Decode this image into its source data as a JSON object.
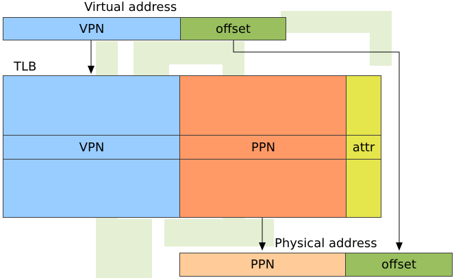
{
  "virtual_address": {
    "title": "Virtual address",
    "vpn": "VPN",
    "offset": "offset"
  },
  "tlb": {
    "title": "TLB",
    "vpn": "VPN",
    "ppn": "PPN",
    "attr": "attr"
  },
  "physical_address": {
    "title": "Physical address",
    "ppn": "PPN",
    "offset": "offset"
  },
  "colors": {
    "vpn": "#99ccff",
    "offset": "#99bf5f",
    "ppn": "#ff9966",
    "attr": "#e5e54c",
    "ppn_light": "#ffcc99",
    "watermark": "#e4efd4"
  }
}
